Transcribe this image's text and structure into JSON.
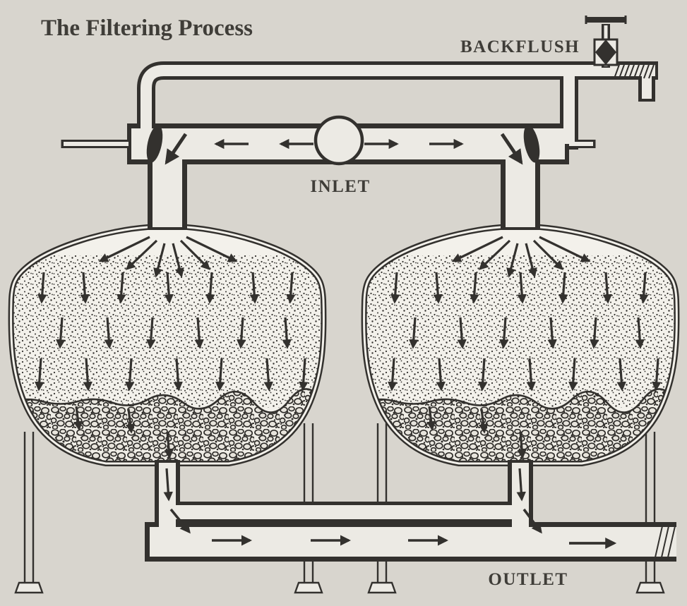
{
  "diagram": {
    "title": "The Filtering Process",
    "labels": {
      "backflush": "BACKFLUSH",
      "inlet": "INLET",
      "outlet": "OUTLET"
    },
    "colors": {
      "background": "#d8d5ce",
      "ink": "#33312e",
      "pipe_fill": "#eceae4",
      "tank_fill": "#f3f1eb"
    }
  }
}
